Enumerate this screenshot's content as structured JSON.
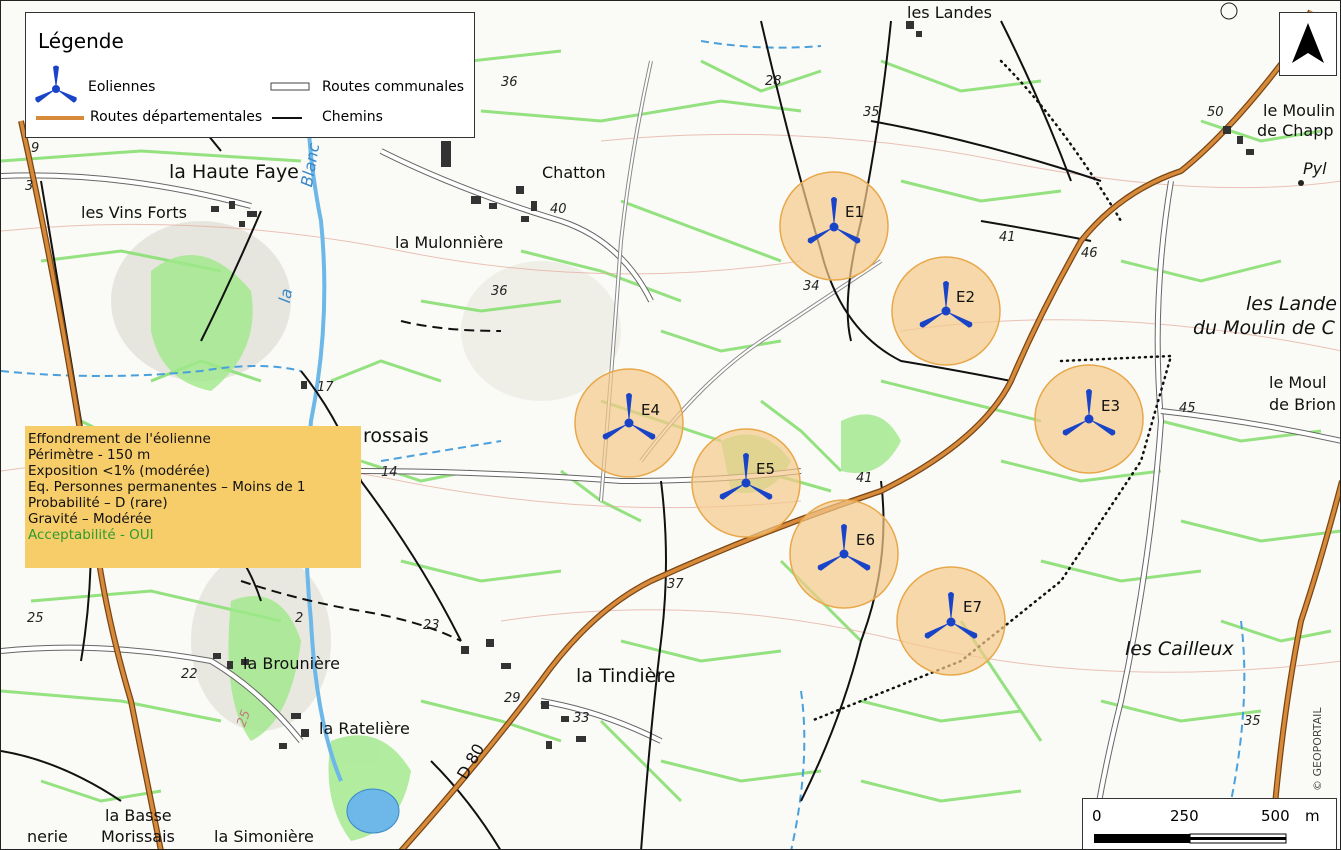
{
  "legend": {
    "title": "Légende",
    "items": {
      "eoliennes": "Eoliennes",
      "routes_communales": "Routes communales",
      "routes_departementales": "Routes départementales",
      "chemins": "Chemins"
    }
  },
  "info_box": {
    "lines": [
      "Effondrement de l'éolienne",
      "Périmètre -  150 m",
      "Exposition <1% (modérée)",
      "Eq. Personnes permanentes – Moins de 1",
      "Probabilité – D (rare)",
      "Gravité – Modérée"
    ],
    "acceptability": "Acceptabilité - OUI",
    "acceptability_color": "#2e9b2e",
    "background_color": "#f7cd6a"
  },
  "turbines": [
    "E1",
    "E2",
    "E3",
    "E4",
    "E5",
    "E6",
    "E7"
  ],
  "place_names": {
    "haute_faye": "la Haute Faye",
    "vins_forts": "les Vins Forts",
    "chatton": "Chatton",
    "mulonniere": "la Mulonnière",
    "morissais": "rossais",
    "brouniere": "la Brounière",
    "rateliere": "la Ratelière",
    "basse": "la Basse",
    "basse2": "Morissais",
    "simoniere": "la Simonière",
    "nerie": "nerie",
    "tindiere": "la Tindière",
    "landes_top": "les Landes",
    "moulin_chapp": "le Moulin",
    "moulin_chapp2": "de Chapp",
    "landes_moulin": "les Lande",
    "landes_moulin2": "du Moulin de C",
    "moulin_brion": "le Moul",
    "moulin_brion2": "de Brion",
    "cailleux": "les Cailleux",
    "blanc": "Blanc",
    "la": "la",
    "pyl": "Pyl",
    "d80": "D 80"
  },
  "altitudes": [
    "36",
    "28",
    "35",
    "40",
    "36",
    "34",
    "41",
    "46",
    "50",
    "17",
    "14",
    "41",
    "37",
    "45",
    "25",
    "2",
    "23",
    "22",
    "29",
    "33",
    "25",
    "35",
    "9",
    "3"
  ],
  "north_label": "N",
  "scale": {
    "labels": [
      "0",
      "250",
      "500",
      "m"
    ]
  },
  "credit": "© GEOPORTAIL",
  "colors": {
    "road_departementale": "#c87a2a",
    "zone_fill": "#f5c98a",
    "zone_stroke": "#e8a84a",
    "turbine_blue": "#1a44c8",
    "vegetation": "#8fe07a",
    "water": "#4aa0dc"
  }
}
